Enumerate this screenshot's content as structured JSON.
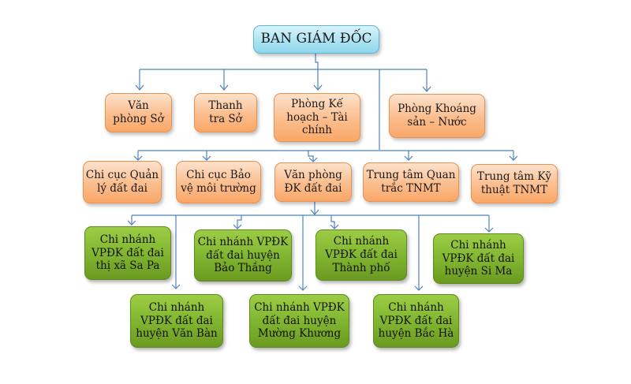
{
  "title": "Sơ đồ tổ chức",
  "colors": {
    "connector": "#4f81bd",
    "top_box": "#a9e2f2",
    "dept_box": "#fbbd8d",
    "branch_box": "#82b631"
  },
  "top": {
    "label": "BAN GIÁM ĐỐC"
  },
  "level1": [
    {
      "line1": "Văn",
      "line2": "phòng Sở",
      "line3": ""
    },
    {
      "line1": "Thanh",
      "line2": "tra Sở",
      "line3": ""
    },
    {
      "line1": "Phòng Kế",
      "line2": "hoạch – Tài",
      "line3": "chính"
    },
    {
      "line1": "Phòng Khoáng",
      "line2": "sản – Nước",
      "line3": ""
    }
  ],
  "level2": [
    {
      "line1": "Chi cục Quản",
      "line2": "lý đất đai"
    },
    {
      "line1": "Chi cục Bảo",
      "line2": "vệ môi trường"
    },
    {
      "line1": "Văn phòng",
      "line2": "ĐK đất đai"
    },
    {
      "line1": "Trung tâm Quan",
      "line2": "trắc TNMT"
    },
    {
      "line1": "Trung tâm Kỹ",
      "line2": "thuật TNMT"
    }
  ],
  "branches": [
    {
      "line1": "Chi nhánh",
      "line2": "VPĐK đất đai",
      "line3": "thị xã Sa Pa"
    },
    {
      "line1": "Chi nhánh VPĐK",
      "line2": "đất đai huyện",
      "line3": "Bảo Thắng"
    },
    {
      "line1": "Chi nhánh",
      "line2": "VPĐK đất đai",
      "line3": "Thành phố"
    },
    {
      "line1": "Chi nhánh",
      "line2": "VPĐK đất đai",
      "line3": "huyện Si Ma"
    },
    {
      "line1": "Chi nhánh",
      "line2": "VPĐK đất đai",
      "line3": "huyện Văn Bàn"
    },
    {
      "line1": "Chi nhánh VPĐK",
      "line2": "đất đai huyện",
      "line3": "Mường Khương"
    },
    {
      "line1": "Chi nhánh",
      "line2": "VPĐK đất đai",
      "line3": "huyện Bắc Hà"
    }
  ]
}
